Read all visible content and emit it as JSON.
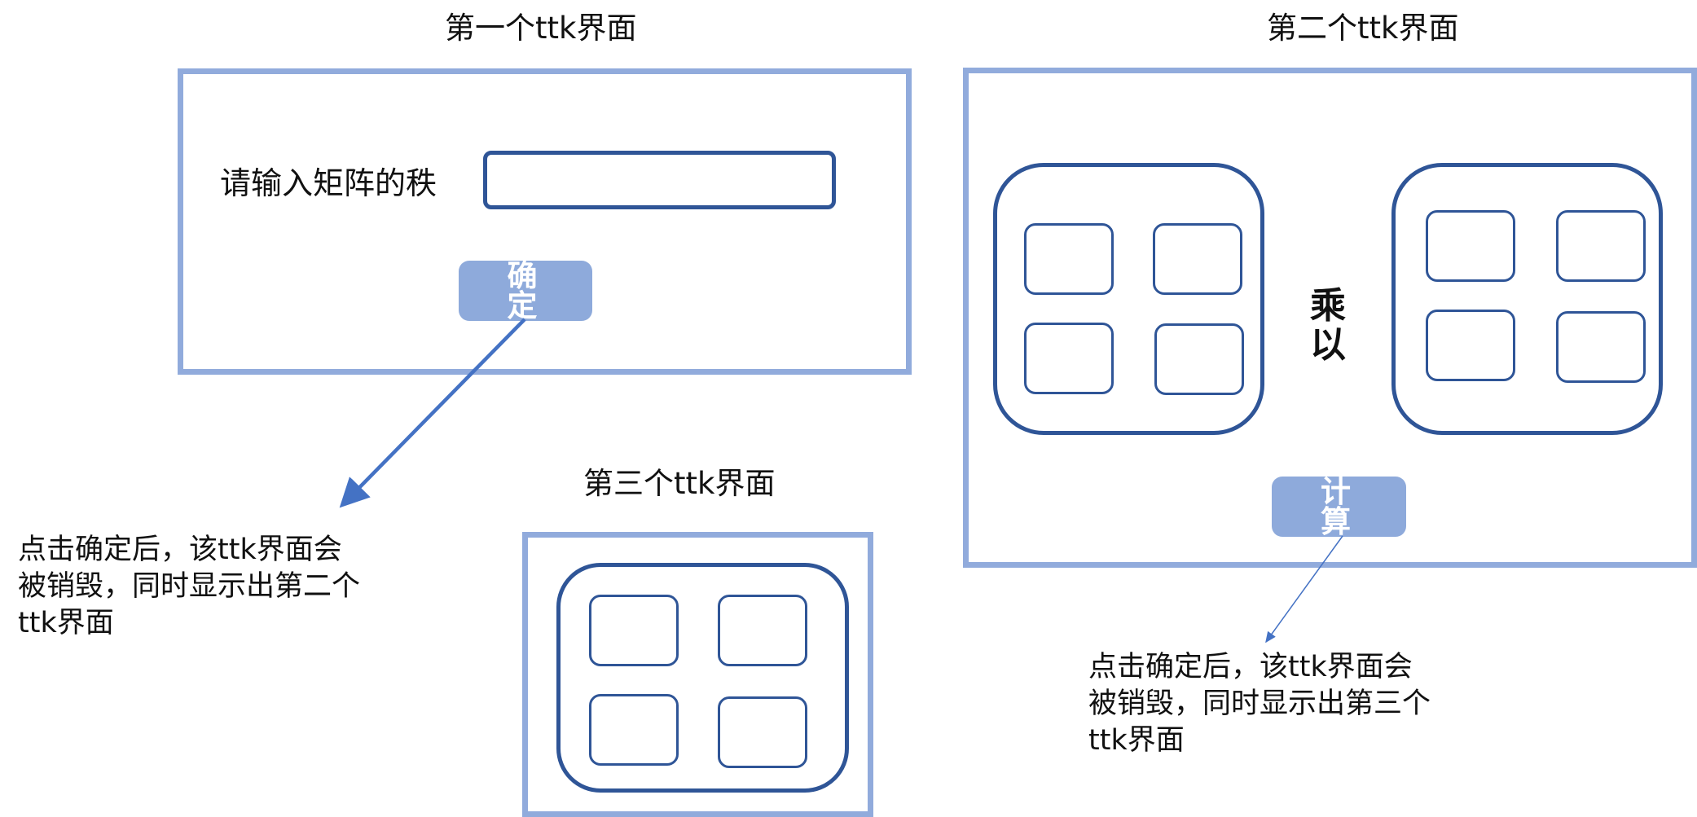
{
  "window1": {
    "title": "第一个ttk界面",
    "prompt_label": "请输入矩阵的秩",
    "input_value": "",
    "confirm_button_label": "确　定"
  },
  "window2": {
    "title": "第二个ttk界面",
    "operator_label": "乘以",
    "compute_button_label": "计　算"
  },
  "window3": {
    "title": "第三个ttk界面"
  },
  "notes": {
    "after_confirm": "点击确定后，该ttk界面会被销毁，同时显示出第二个ttk界面",
    "after_compute": "点击确定后，该ttk界面会被销毁，同时显示出第三个ttk界面"
  },
  "colors": {
    "window_border": "#91abdc",
    "matrix_border": "#2f5597",
    "button_fill": "#8eaadb",
    "arrow": "#4472c4"
  }
}
